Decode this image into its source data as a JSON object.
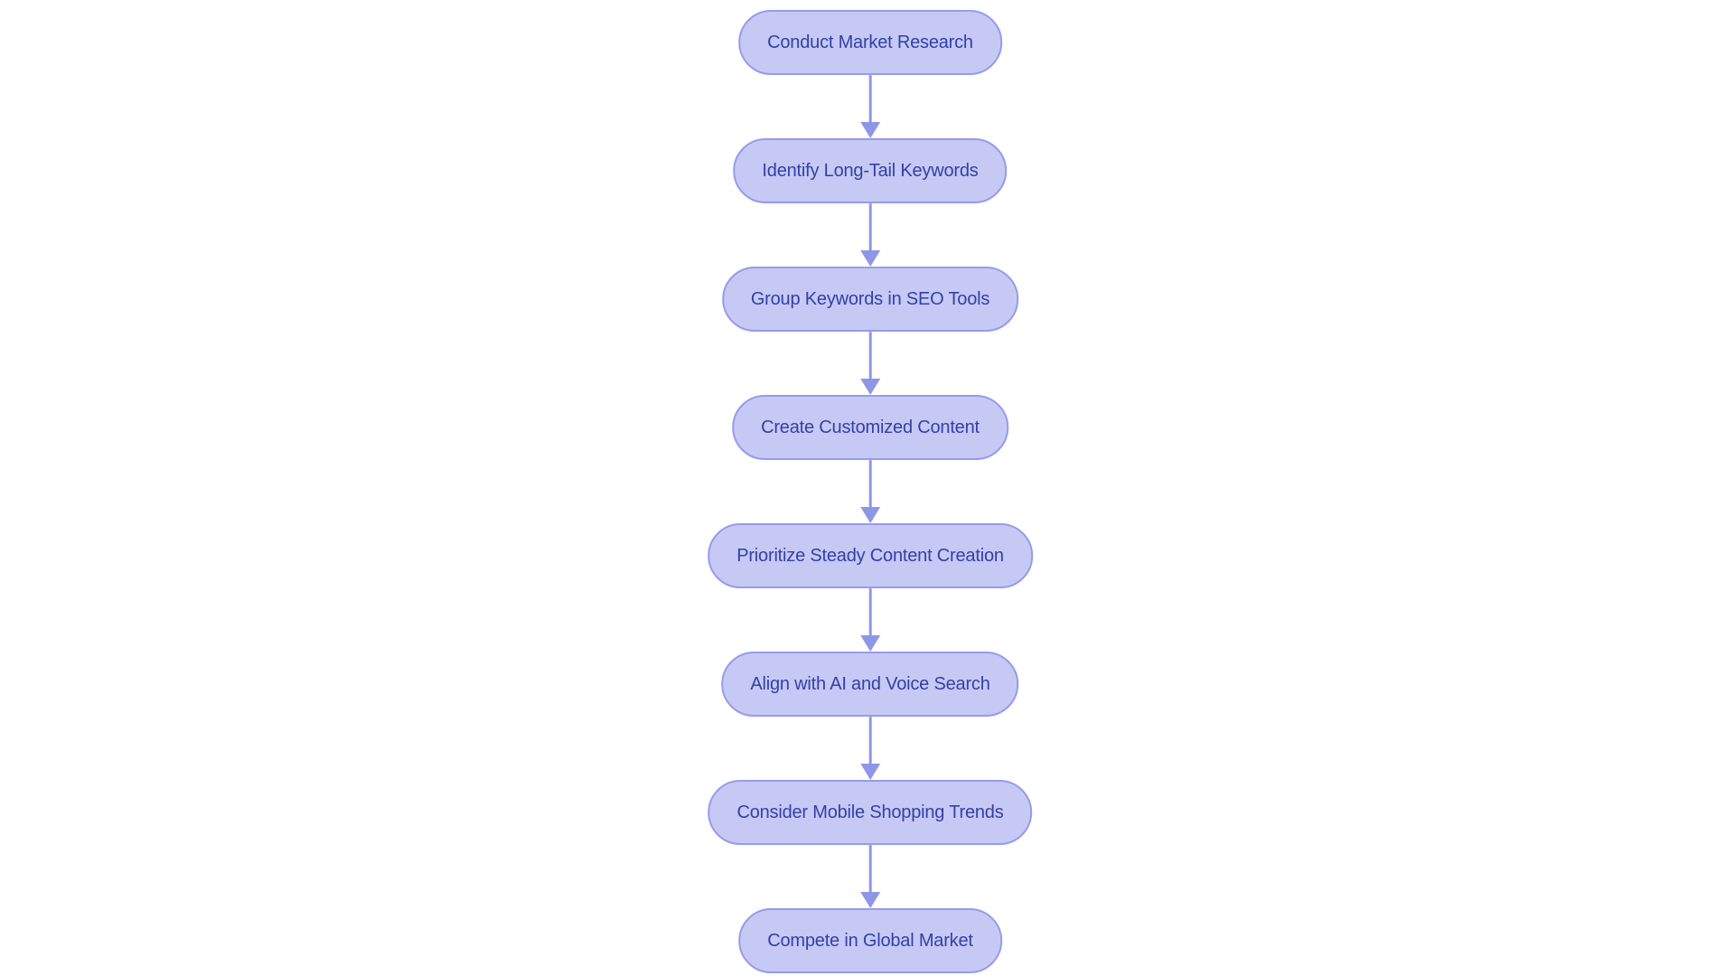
{
  "diagram": {
    "type": "flowchart",
    "direction": "top-down",
    "background_color": "#ffffff",
    "colors": {
      "node_fill": "#c6c9f4",
      "node_border": "#959ce9",
      "node_text": "#3340a8",
      "arrow": "#9096e6"
    },
    "nodes": [
      {
        "label": "Conduct Market Research"
      },
      {
        "label": "Identify Long-Tail Keywords"
      },
      {
        "label": "Group Keywords in SEO Tools"
      },
      {
        "label": "Create Customized Content"
      },
      {
        "label": "Prioritize Steady Content Creation"
      },
      {
        "label": "Align with AI and Voice Search"
      },
      {
        "label": "Consider Mobile Shopping Trends"
      },
      {
        "label": "Compete in Global Market"
      }
    ],
    "connections": [
      {
        "from": 0,
        "to": 1
      },
      {
        "from": 1,
        "to": 2
      },
      {
        "from": 2,
        "to": 3
      },
      {
        "from": 3,
        "to": 4
      },
      {
        "from": 4,
        "to": 5
      },
      {
        "from": 5,
        "to": 6
      },
      {
        "from": 6,
        "to": 7
      }
    ]
  }
}
